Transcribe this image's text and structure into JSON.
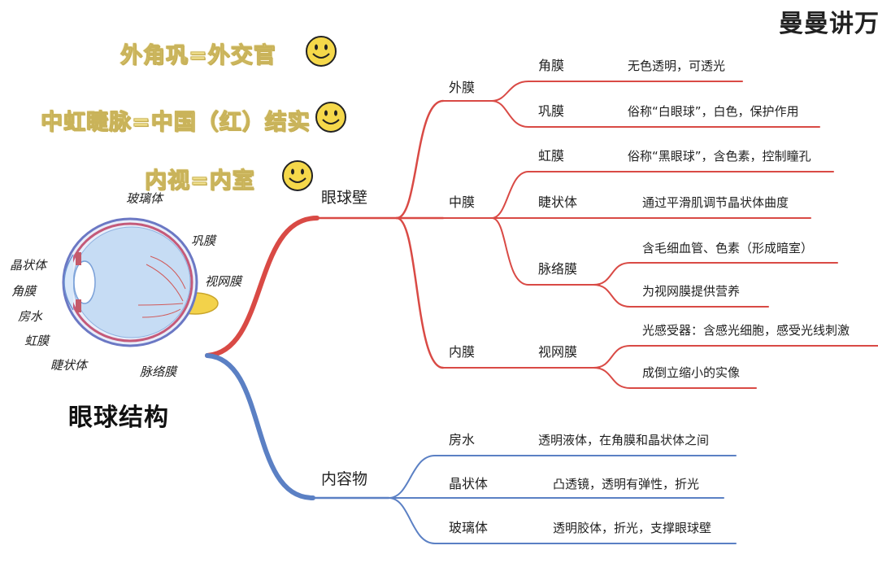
{
  "watermark": "曼曼讲万",
  "mnemonics": [
    "外角巩=外交官",
    "中虹睫脉=中国（红）结实",
    "内视=内室"
  ],
  "eye_labels": {
    "vitreous": "玻璃体",
    "sclera": "巩膜",
    "lens": "晶状体",
    "retina": "视网膜",
    "cornea": "角膜",
    "aqueous": "房水",
    "iris": "虹膜",
    "ciliary": "睫状体",
    "choroid": "脉络膜"
  },
  "root": "眼球结构",
  "wall": {
    "label": "眼球壁",
    "outer": {
      "label": "外膜",
      "items": [
        {
          "name": "角膜",
          "desc": "无色透明，可透光"
        },
        {
          "name": "巩膜",
          "desc": "俗称“白眼球”，白色，保护作用"
        }
      ]
    },
    "middle": {
      "label": "中膜",
      "items": [
        {
          "name": "虹膜",
          "desc": "俗称“黑眼球”，含色素，控制瞳孔"
        },
        {
          "name": "睫状体",
          "desc": "通过平滑肌调节晶状体曲度"
        },
        {
          "name": "脉络膜",
          "descs": [
            "含毛细血管、色素（形成暗室）",
            "为视网膜提供营养"
          ]
        }
      ]
    },
    "inner": {
      "label": "内膜",
      "name": "视网膜",
      "descs": [
        "光感受器：含感光细胞，感受光线刺激",
        "成倒立缩小的实像"
      ]
    }
  },
  "contents": {
    "label": "内容物",
    "items": [
      {
        "name": "房水",
        "desc": "透明液体，在角膜和晶状体之间"
      },
      {
        "name": "晶状体",
        "desc": "凸透镜，透明有弹性，折光"
      },
      {
        "name": "玻璃体",
        "desc": "透明胶体，折光，支撑眼球壁"
      }
    ]
  },
  "colors": {
    "red_branch": "#d94a45",
    "blue_branch": "#5b80c4",
    "mnemonic_fill": "#f2e28e",
    "smiley": "#f5d84a"
  }
}
